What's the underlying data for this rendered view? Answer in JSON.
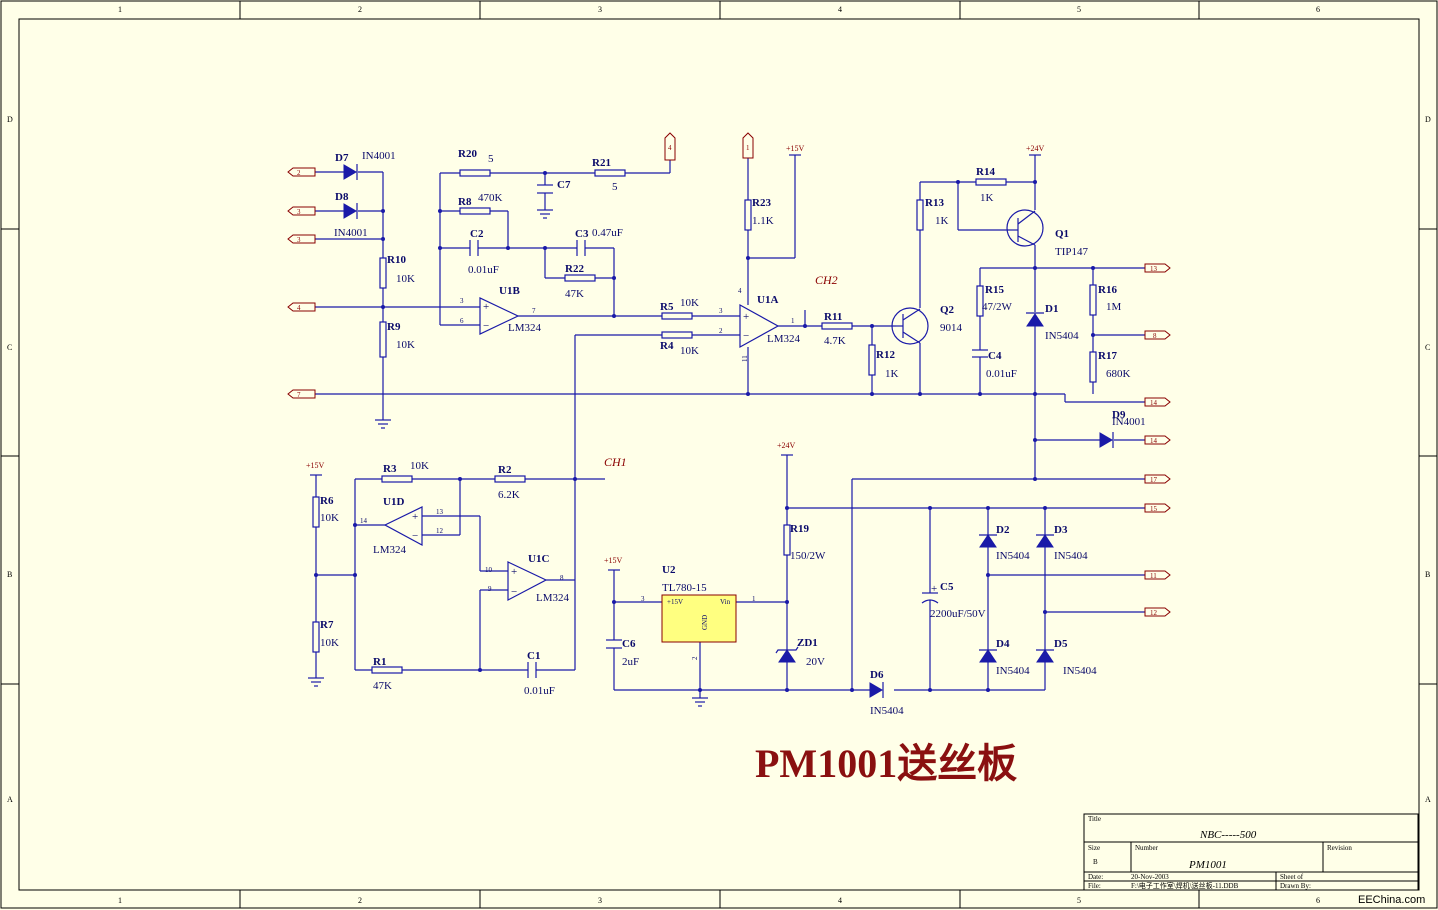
{
  "title": "PM1001送丝板",
  "watermark": "EEChina.com",
  "border": {
    "col_labels": [
      "1",
      "2",
      "3",
      "4",
      "5",
      "6"
    ],
    "row_labels": [
      "D",
      "C",
      "B",
      "A"
    ]
  },
  "title_block": {
    "title_label": "Title",
    "title_value": "NBC-----500",
    "size_label": "Size",
    "size_value": "B",
    "number_label": "Number",
    "number_value": "PM1001",
    "revision_label": "Revision",
    "date_label": "Date:",
    "date_value": "20-Nov-2003",
    "sheet_label": "Sheet   of",
    "file_label": "File:",
    "file_value": "F:\\电子工作室\\焊机\\送丝板-11.DDB",
    "drawn_label": "Drawn By:"
  },
  "net_labels": {
    "ch1": "CH1",
    "ch2": "CH2"
  },
  "power": {
    "v15": "+15V",
    "v24": "+24V"
  },
  "ports": {
    "p2": "2",
    "p3a": "3",
    "p3b": "3",
    "p4": "4",
    "p7": "7",
    "p4top1": "4",
    "p4top2": "1",
    "p13": "13",
    "p8": "8",
    "p14": "14",
    "p14b": "14",
    "p17": "17",
    "p15": "15",
    "p11": "11",
    "p12": "12"
  },
  "components": {
    "D7": {
      "ref": "D7",
      "val": "IN4001"
    },
    "D8": {
      "ref": "D8",
      "val": "IN4001"
    },
    "R10": {
      "ref": "R10",
      "val": "10K"
    },
    "R9": {
      "ref": "R9",
      "val": "10K"
    },
    "R20": {
      "ref": "R20",
      "val": "5"
    },
    "R21": {
      "ref": "R21",
      "val": "5"
    },
    "C7": {
      "ref": "C7",
      "val": ""
    },
    "R8": {
      "ref": "R8",
      "val": "470K"
    },
    "C2": {
      "ref": "C2",
      "val": "0.01uF"
    },
    "C3": {
      "ref": "C3",
      "val": "0.47uF"
    },
    "R22": {
      "ref": "R22",
      "val": "47K"
    },
    "U1B": {
      "ref": "U1B",
      "val": "LM324"
    },
    "R5": {
      "ref": "R5",
      "val": "10K"
    },
    "R4": {
      "ref": "R4",
      "val": "10K"
    },
    "R23": {
      "ref": "R23",
      "val": "1.1K"
    },
    "U1A": {
      "ref": "U1A",
      "val": "LM324"
    },
    "R11": {
      "ref": "R11",
      "val": "4.7K"
    },
    "R12": {
      "ref": "R12",
      "val": "1K"
    },
    "R13": {
      "ref": "R13",
      "val": "1K"
    },
    "R14": {
      "ref": "R14",
      "val": "1K"
    },
    "Q2": {
      "ref": "Q2",
      "val": "9014"
    },
    "Q1": {
      "ref": "Q1",
      "val": "TIP147"
    },
    "R15": {
      "ref": "R15",
      "val": "47/2W"
    },
    "C4": {
      "ref": "C4",
      "val": "0.01uF"
    },
    "D1": {
      "ref": "D1",
      "val": "IN5404"
    },
    "R16": {
      "ref": "R16",
      "val": "1M"
    },
    "R17": {
      "ref": "R17",
      "val": "680K"
    },
    "D9": {
      "ref": "D9",
      "val": "IN4001"
    },
    "R3": {
      "ref": "R3",
      "val": "10K"
    },
    "R2": {
      "ref": "R2",
      "val": "6.2K"
    },
    "R6": {
      "ref": "R6",
      "val": "10K"
    },
    "R7": {
      "ref": "R7",
      "val": "10K"
    },
    "U1D": {
      "ref": "U1D",
      "val": "LM324"
    },
    "U1C": {
      "ref": "U1C",
      "val": "LM324"
    },
    "R1": {
      "ref": "R1",
      "val": "47K"
    },
    "C1": {
      "ref": "C1",
      "val": "0.01uF"
    },
    "U2": {
      "ref": "U2",
      "val": "TL780-15",
      "pin_in": "Vin",
      "pin_out": "+15V",
      "pin_gnd": "GND"
    },
    "C6": {
      "ref": "C6",
      "val": "2uF"
    },
    "R19": {
      "ref": "R19",
      "val": "150/2W"
    },
    "ZD1": {
      "ref": "ZD1",
      "val": "20V"
    },
    "D6": {
      "ref": "D6",
      "val": "IN5404"
    },
    "C5": {
      "ref": "C5",
      "val": "2200uF/50V"
    },
    "D2": {
      "ref": "D2",
      "val": "IN5404"
    },
    "D3": {
      "ref": "D3",
      "val": "IN5404"
    },
    "D4": {
      "ref": "D4",
      "val": "IN5404"
    },
    "D5": {
      "ref": "D5",
      "val": "IN5404"
    }
  },
  "pins": {
    "u1b_p": "3",
    "u1b_n": "6",
    "u1b_o": "7",
    "u1a_p": "3",
    "u1a_n": "2",
    "u1a_o": "1",
    "u1a_v": "4",
    "u1a_g": "11",
    "u1d_p": "13",
    "u1d_n": "12",
    "u1d_o": "14",
    "u1c_p": "10",
    "u1c_n": "9",
    "u1c_o": "8",
    "u2_in": "1",
    "u2_out": "3",
    "u2_gnd": "2"
  }
}
